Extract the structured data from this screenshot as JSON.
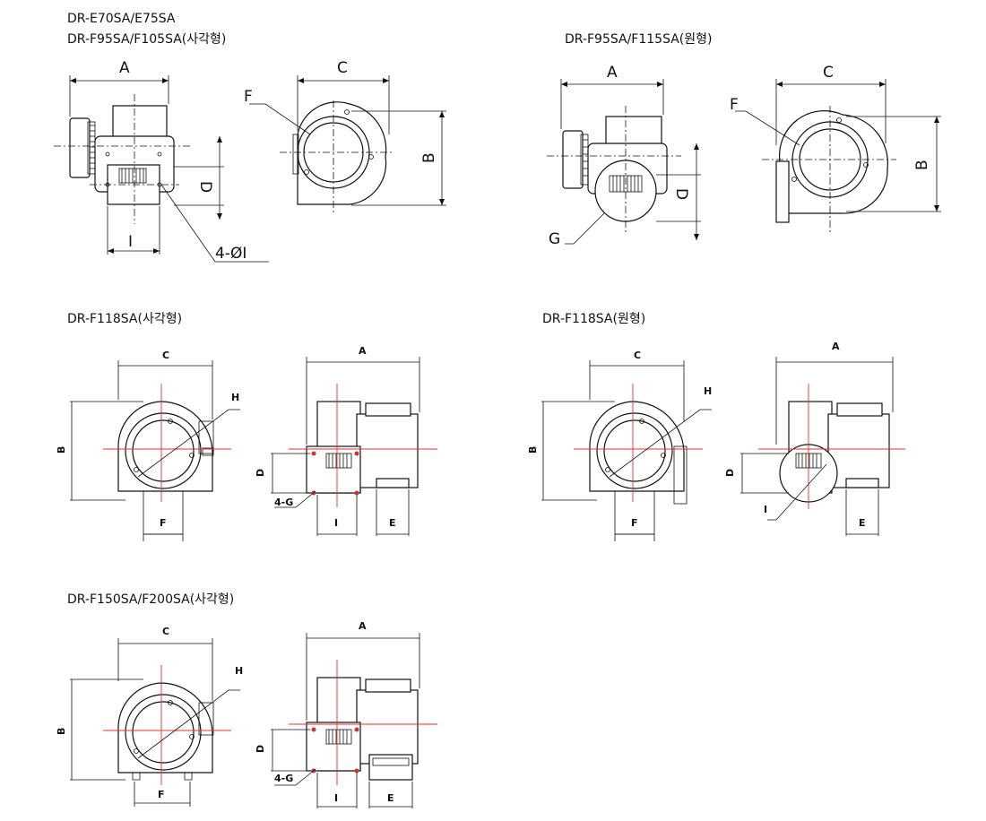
{
  "titles": {
    "s1_line1": "DR-E70SA/E75SA",
    "s1_line2": "DR-F95SA/F105SA(사각형)",
    "s2": "DR-F95SA/F115SA(원형)",
    "s3": "DR-F118SA(사각형)",
    "s4": "DR-F118SA(원형)",
    "s5": "DR-F150SA/F200SA(사각형)"
  },
  "labels": {
    "A": "A",
    "B": "B",
    "C": "C",
    "D": "D",
    "E": "E",
    "F": "F",
    "G": "G",
    "H": "H",
    "I": "I",
    "bolt_holes": "4-ØI",
    "bolt_g": "4-G"
  }
}
